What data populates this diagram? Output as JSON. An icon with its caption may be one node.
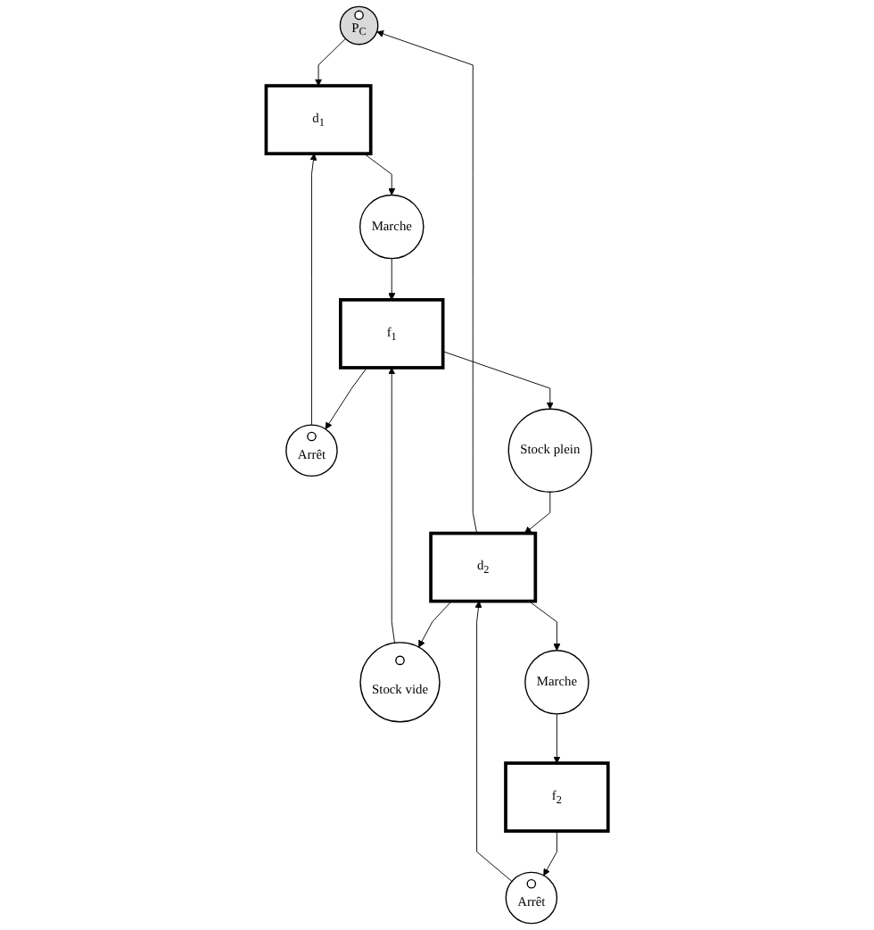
{
  "diagram": {
    "nodes": [
      {
        "text": [
          "P$_{C}$"
        ]
      },
      {
        "text": [
          "Arrêt"
        ]
      },
      {
        "text": [
          "d$_{1}$"
        ]
      },
      {
        "text": [
          "Stock vide"
        ]
      },
      {
        "text": [
          "Arrêt"
        ]
      },
      {
        "text": [
          "Marche"
        ]
      },
      {
        "text": [
          "d$_{2}$"
        ]
      },
      {
        "text": [
          "f$_{1}$"
        ]
      },
      {
        "text": [
          "Marche"
        ]
      },
      {
        "text": [
          "Stock plein"
        ]
      },
      {
        "text": [
          "f$_{2}$"
        ]
      }
    ],
    "edges": [
      {
        "from": 1,
        "to": 2,
        "arrow": "to"
      },
      {
        "from": 0,
        "to": 2,
        "arrow": "to"
      },
      {
        "from": 2,
        "to": 5,
        "arrow": "to"
      },
      {
        "from": 5,
        "to": 7,
        "arrow": "to"
      },
      {
        "from": 3,
        "to": 7,
        "arrow": "to"
      },
      {
        "from": 7,
        "to": 1,
        "arrow": "to"
      },
      {
        "from": 7,
        "to": 9,
        "arrow": "to"
      },
      {
        "from": 4,
        "to": 6,
        "arrow": "to"
      },
      {
        "from": 9,
        "to": 6,
        "arrow": "to"
      },
      {
        "from": 6,
        "to": 3,
        "arrow": "to"
      },
      {
        "from": 6,
        "to": 0,
        "arrow": "to"
      },
      {
        "from": 6,
        "to": 8,
        "arrow": "to"
      },
      {
        "from": 8,
        "to": 10,
        "arrow": "to"
      },
      {
        "from": 10,
        "to": 4,
        "arrow": "to"
      }
    ]
  }
}
